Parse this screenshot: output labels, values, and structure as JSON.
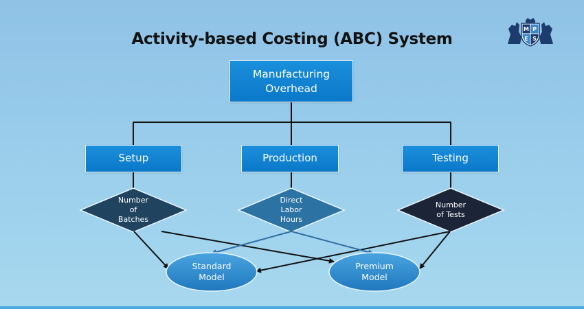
{
  "title": "Activity-based Costing (ABC) System",
  "logo": {
    "letters": [
      "M",
      "P",
      "E",
      "S"
    ]
  },
  "root": {
    "line1": "Manufacturing",
    "line2": "Overhead"
  },
  "activities": [
    {
      "label": "Setup"
    },
    {
      "label": "Production"
    },
    {
      "label": "Testing"
    }
  ],
  "drivers": [
    {
      "lines": [
        "Number",
        "of",
        "Batches"
      ],
      "color": "#20445f"
    },
    {
      "lines": [
        "Direct",
        "Labor",
        "Hours"
      ],
      "color": "#2c73a3"
    },
    {
      "lines": [
        "Number",
        "of Tests"
      ],
      "color": "#1c2538"
    }
  ],
  "products": [
    {
      "line1": "Standard",
      "line2": "Model"
    },
    {
      "line1": "Premium",
      "line2": "Model"
    }
  ],
  "colors": {
    "box_blue": "#0b78c9",
    "ellipse_blue": "#2a86c8",
    "line_dark": "#111111",
    "line_steel": "#2f6ea3"
  }
}
